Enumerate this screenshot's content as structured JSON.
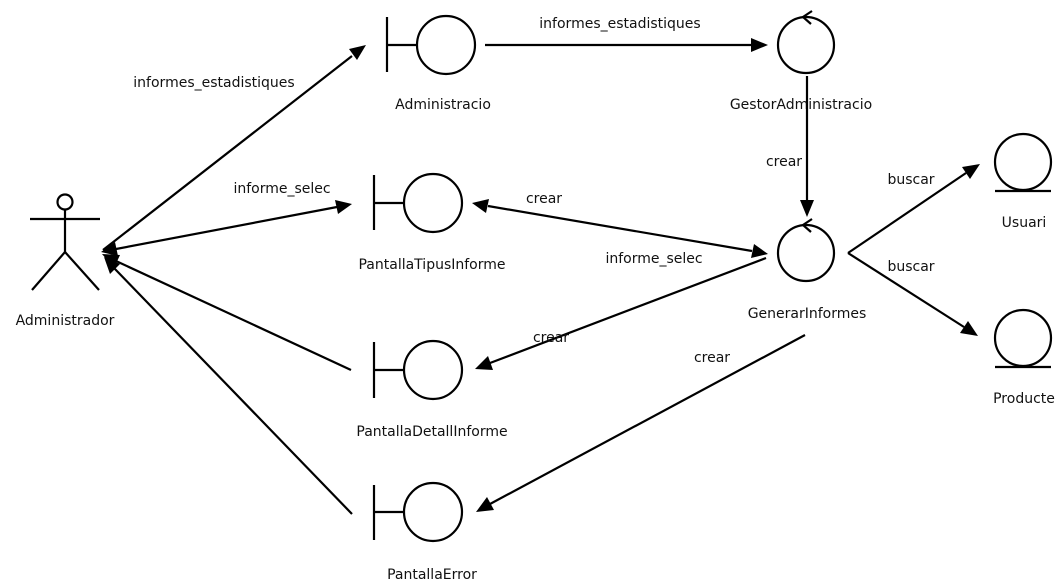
{
  "actor": {
    "label": "Administrador"
  },
  "boundaries": {
    "administracio": "Administracio",
    "pantalla_tipus_informe": "PantallaTipusInforme",
    "pantalla_detall_informe": "PantallaDetallInforme",
    "pantalla_error": "PantallaError"
  },
  "controls": {
    "gestor_administracio": "GestorAdministracio",
    "generar_informes": "GenerarInformes"
  },
  "entities": {
    "usuari": "Usuari",
    "producte": "Producte"
  },
  "messages": {
    "actor_to_administracio": "informes_estadistiques",
    "administracio_to_gestor": "informes_estadistiques",
    "actor_to_tipus": "informe_selec",
    "gestor_to_generar": "crear",
    "generar_to_tipus": "crear",
    "tipus_to_generar": "informe_selec",
    "generar_to_detall": "crear",
    "generar_to_error": "crear",
    "generar_to_usuari": "buscar",
    "generar_to_producte": "buscar"
  }
}
